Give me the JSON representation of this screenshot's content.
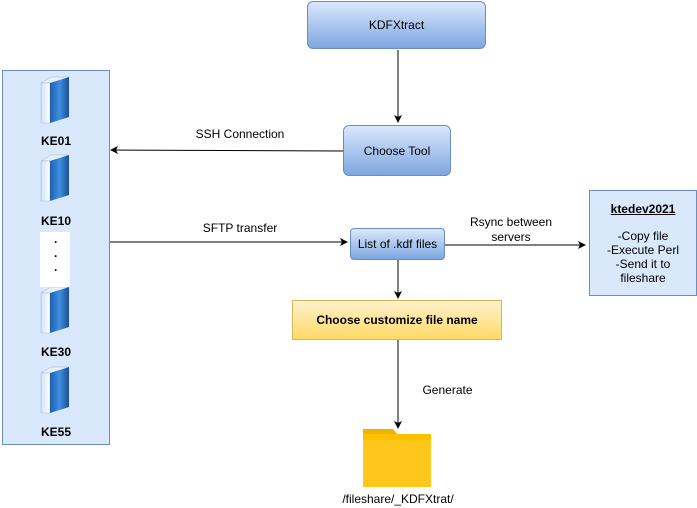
{
  "nodes": {
    "kdfxtract": "KDFXtract",
    "choose_tool": "Choose Tool",
    "list_kdf": "List of .kdf files",
    "customize": "Choose customize file name",
    "output_folder": "/fileshare/_KDFXtrat/"
  },
  "edges": {
    "ssh": "SSH Connection",
    "sftp": "SFTP transfer",
    "rsync_line1": "Rsync between",
    "rsync_line2": "servers",
    "generate": "Generate"
  },
  "servers": [
    "KE01",
    "KE10",
    "KE30",
    "KE55"
  ],
  "ellipsis": ".",
  "info_box": {
    "title": "ktedev2021",
    "lines": [
      "-Copy file",
      "-Execute Perl",
      "-Send it to",
      "fileshare"
    ]
  },
  "colors": {
    "blue_fill": "#dae8fc",
    "blue_stroke": "#6c8ebf",
    "yellow_fill": "#fff2cc",
    "yellow_stroke": "#d6b656",
    "folder": "#ffc000"
  },
  "icons": [
    "server-icon",
    "folder-icon",
    "arrow-icon"
  ]
}
